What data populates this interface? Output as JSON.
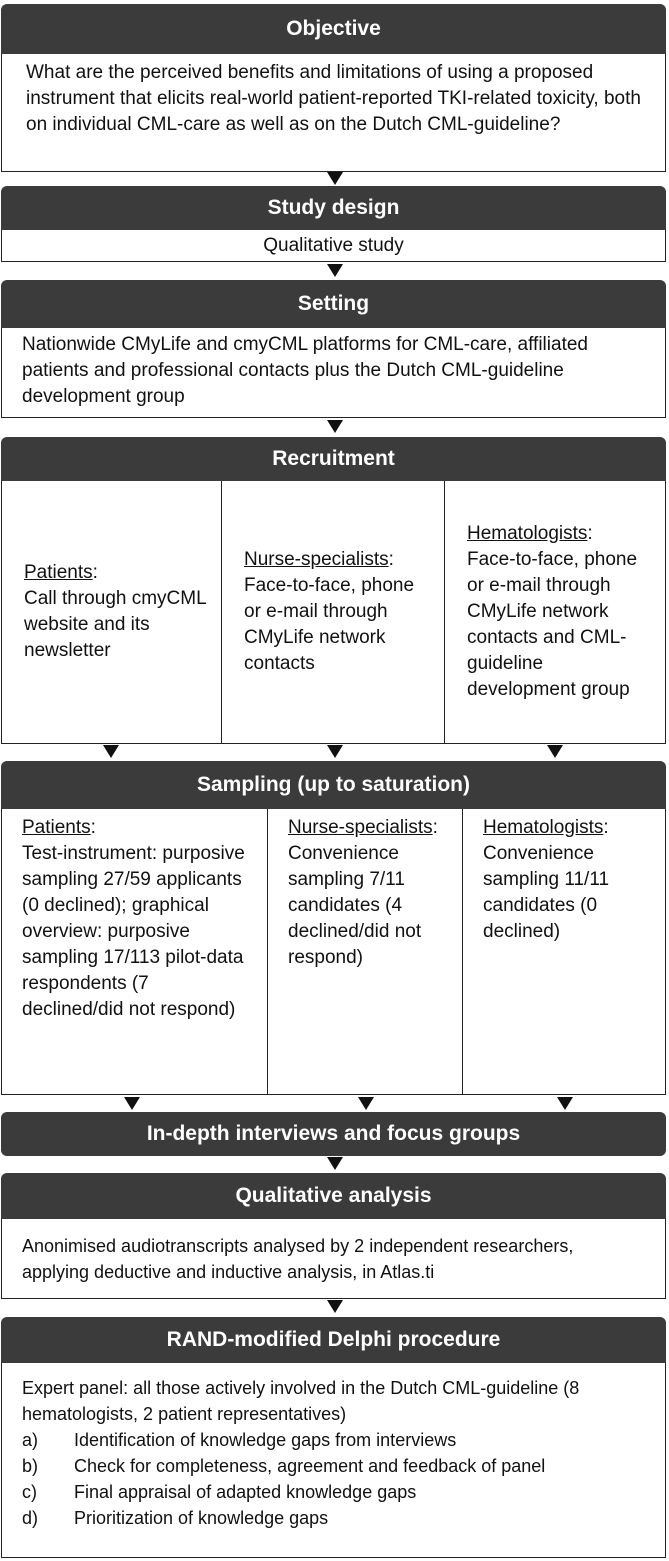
{
  "objective": {
    "title": "Objective",
    "text": "What are the perceived benefits and limitations of using a proposed instrument that elicits real-world patient-reported TKI-related toxicity, both on individual CML-care as well as on the Dutch CML-guideline?"
  },
  "study_design": {
    "title": "Study design",
    "text": "Qualitative study"
  },
  "setting": {
    "title": "Setting",
    "text": "Nationwide CMyLife and cmyCML platforms for CML-care, affiliated patients and professional contacts plus the Dutch CML-guideline development group"
  },
  "recruitment": {
    "title": "Recruitment",
    "columns": [
      {
        "label": "Patients",
        "text": "Call through cmyCML website and its newsletter"
      },
      {
        "label": "Nurse-specialists",
        "text": "Face-to-face, phone or e-mail through CMyLife network contacts"
      },
      {
        "label": "Hematologists",
        "text": "Face-to-face, phone or e-mail through CMyLife network contacts and CML-guideline development group"
      }
    ]
  },
  "sampling": {
    "title": "Sampling (up to saturation)",
    "columns": [
      {
        "label": "Patients",
        "text": "Test-instrument: purposive sampling 27/59 applicants (0 declined); graphical overview: purposive sampling 17/113 pilot-data respondents (7 declined/did not respond)"
      },
      {
        "label": "Nurse-specialists",
        "text": "Convenience sampling 7/11 candidates (4 declined/did not respond)"
      },
      {
        "label": "Hematologists",
        "text": "Convenience sampling 11/11 candidates (0 declined)"
      }
    ]
  },
  "interviews": {
    "title": "In-depth interviews and focus groups"
  },
  "analysis": {
    "title": "Qualitative analysis",
    "text": "Anonimised audiotranscripts analysed by 2 independent researchers, applying deductive and inductive analysis, in Atlas.ti"
  },
  "delphi": {
    "title": "RAND-modified Delphi procedure",
    "intro": "Expert panel: all those actively involved in the Dutch CML-guideline (8 hematologists, 2 patient representatives)",
    "items": [
      {
        "label": "a)",
        "text": "Identification of knowledge gaps from interviews"
      },
      {
        "label": "b)",
        "text": "Check for completeness, agreement and feedback of panel"
      },
      {
        "label": "c)",
        "text": "Final appraisal of adapted knowledge gaps"
      },
      {
        "label": "d)",
        "text": "Prioritization of knowledge gaps"
      }
    ]
  },
  "colors": {
    "header_bg": "#3b3b3b",
    "header_text": "#ffffff",
    "border": "#222222"
  }
}
